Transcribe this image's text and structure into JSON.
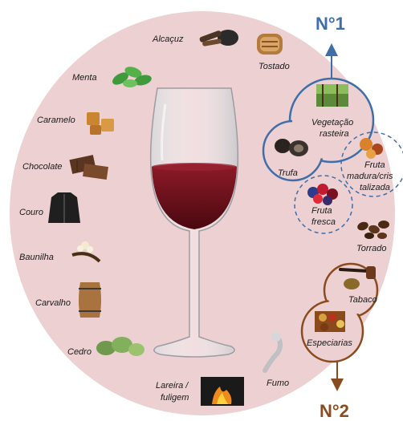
{
  "group1": {
    "number": "N°1",
    "color": "#3f6ea9"
  },
  "group2": {
    "number": "N°2",
    "color": "#8a4b1e"
  },
  "aromas": {
    "alcacuz": "Alcaçuz",
    "tostado": "Tostado",
    "menta": "Menta",
    "caramelo": "Caramelo",
    "chocolate": "Chocolate",
    "couro": "Couro",
    "baunilha": "Baunilha",
    "carvalho": "Carvalho",
    "cedro": "Cedro",
    "lareira_line1": "Lareira /",
    "lareira_line2": "fuligem",
    "fumo": "Fumo",
    "vegetacao_line1": "Vegetação",
    "vegetacao_line2": "rasteira",
    "trufa": "Trufa",
    "fruta_madura_line1": "Fruta",
    "fruta_madura_line2": "madura/cris",
    "fruta_madura_line3": "talizada",
    "fruta_fresca_line1": "Fruta",
    "fruta_fresca_line2": "fresca",
    "torrado": "Torrado",
    "tabaco": "Tabaco",
    "especiarias": "Especiarias"
  },
  "colors": {
    "background_disc": "#ecd0d2",
    "wine": "#6b0f1a"
  }
}
